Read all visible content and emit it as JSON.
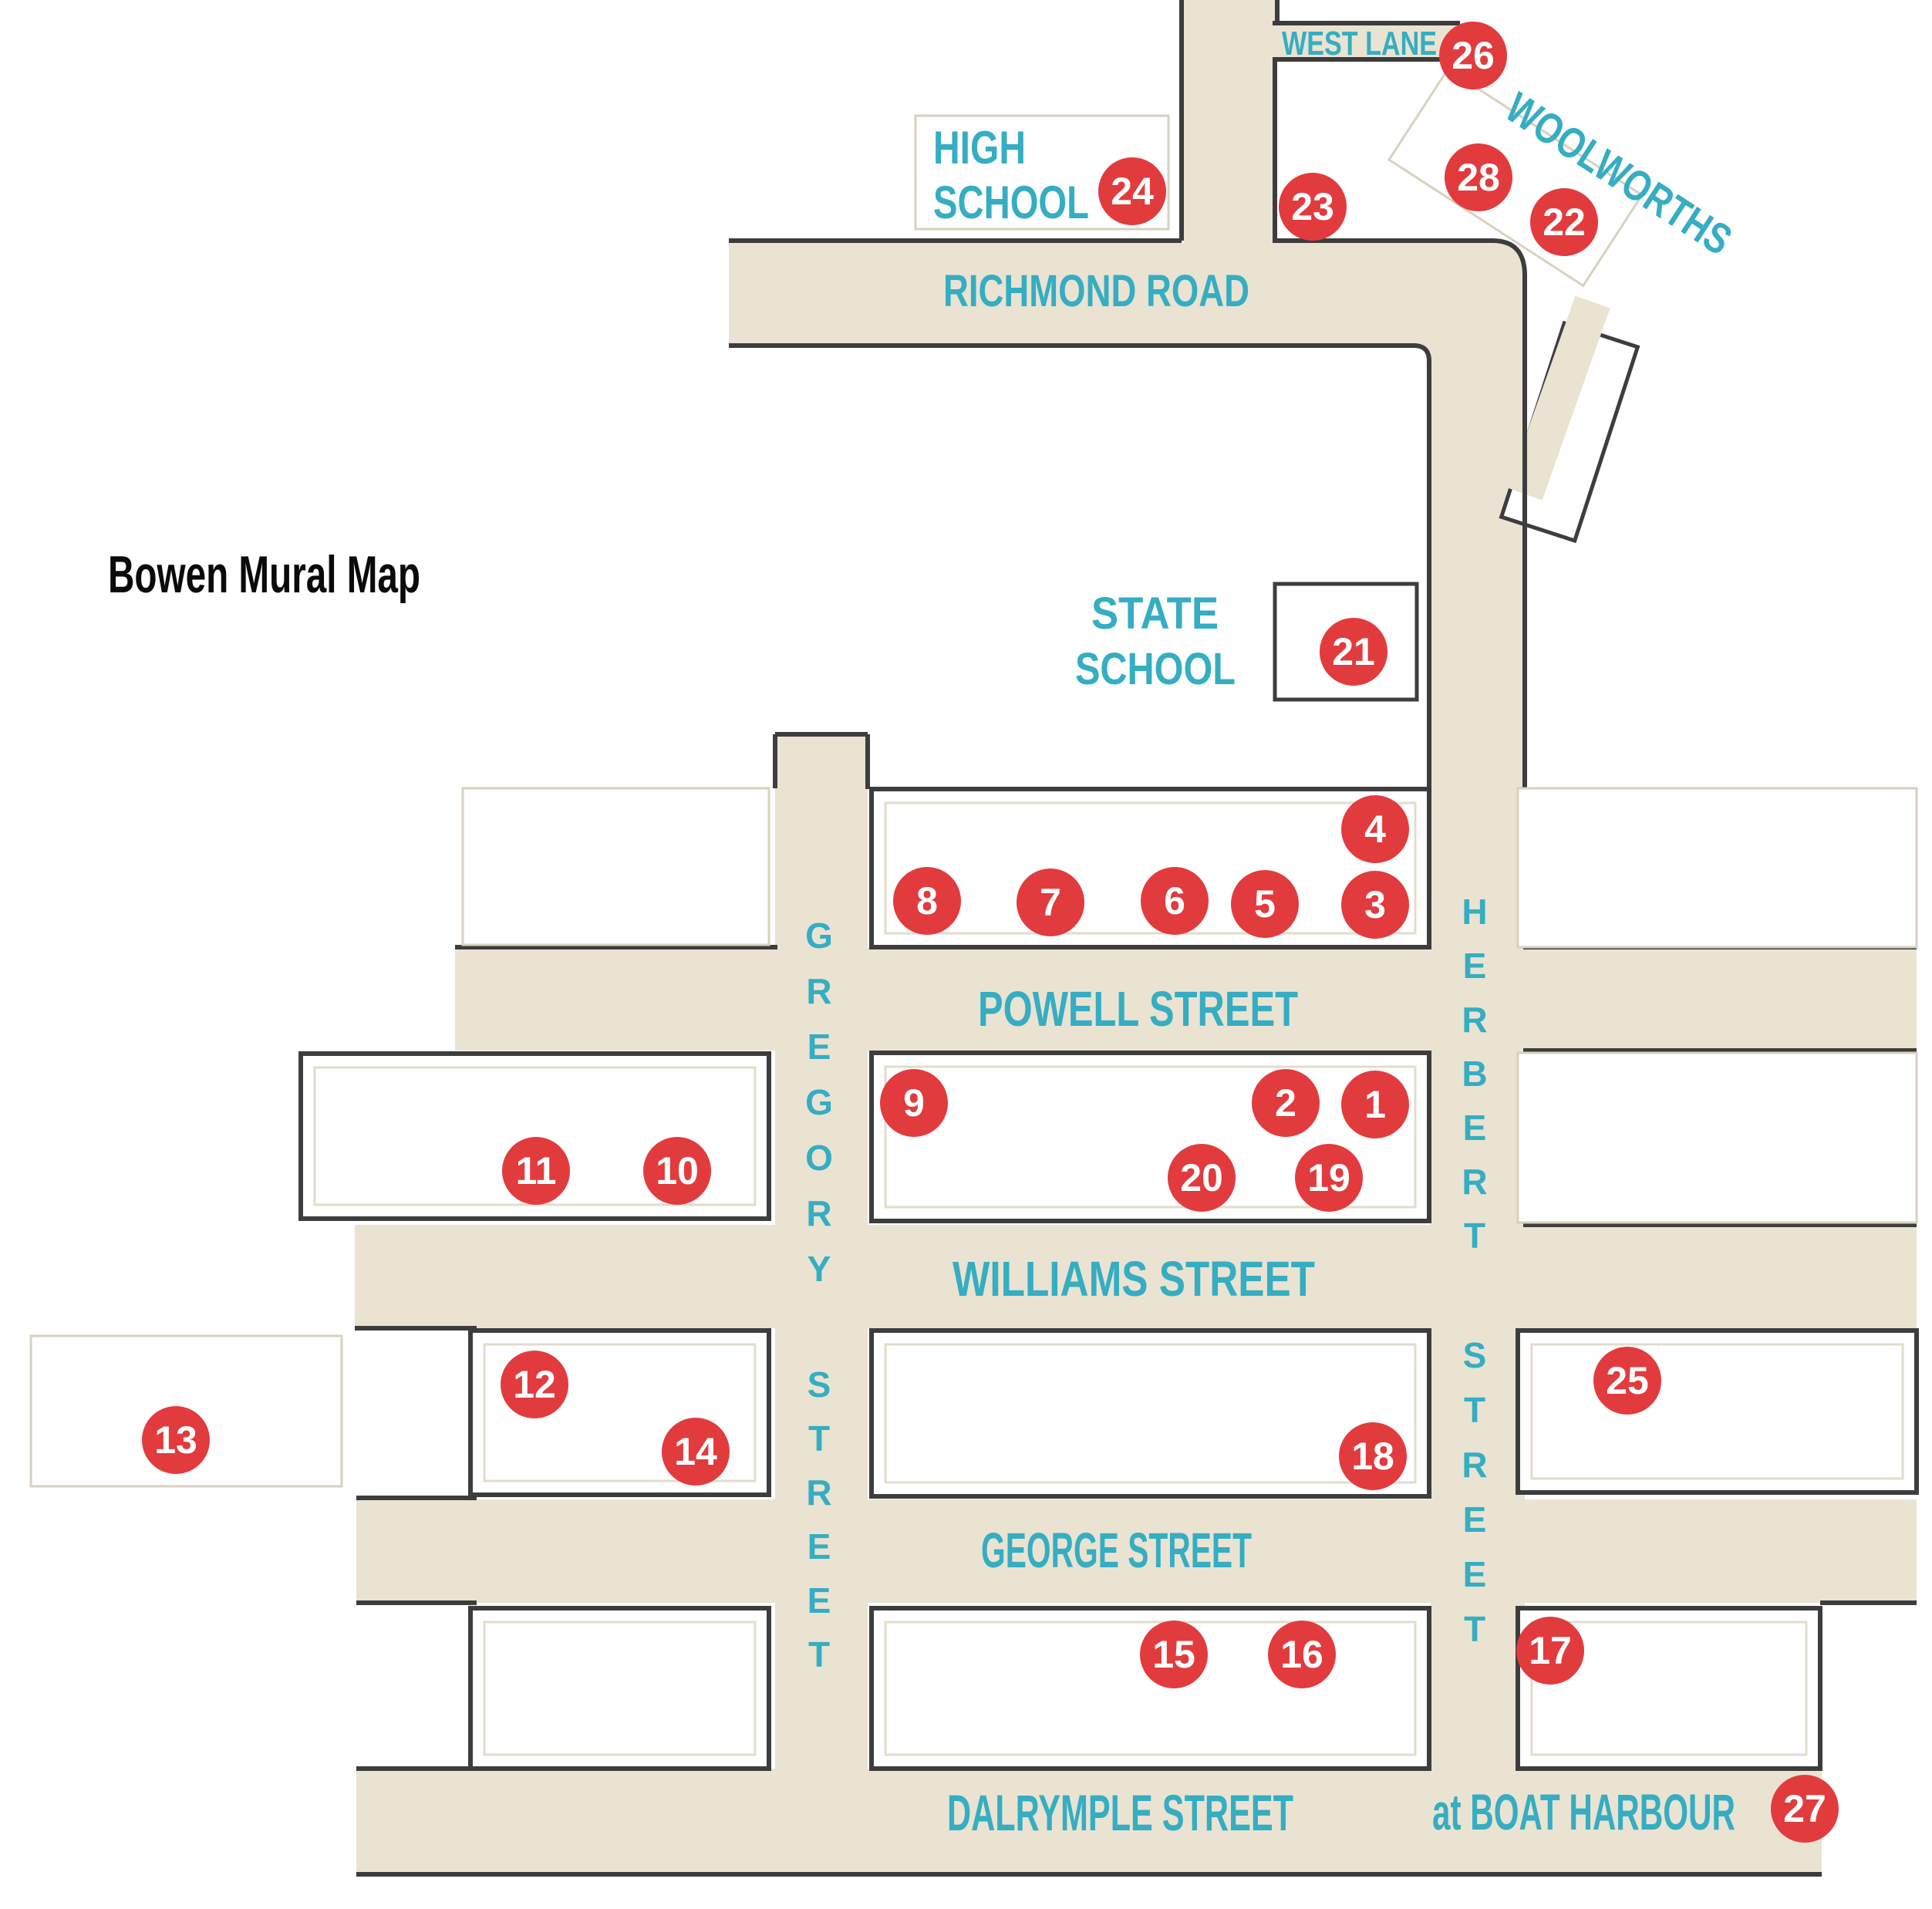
{
  "title": "Bowen Mural Map",
  "colors": {
    "road_fill": "#eae3d2",
    "road_border": "#3d3d3d",
    "thin_border": "#d8d1be",
    "street_label": "#35adc2",
    "marker_fill": "#e23b3e",
    "marker_text": "#ffffff",
    "title_text": "#0a0a0a",
    "background": "#ffffff"
  },
  "streets": {
    "west_lane": "WEST LANE",
    "richmond": "RICHMOND ROAD",
    "powell": "POWELL STREET",
    "williams": "WILLIAMS STREET",
    "george": "GEORGE STREET",
    "dalrymple": "DALRYMPLE STREET",
    "boat_harbour": "at BOAT HARBOUR",
    "gregory": "GREGORY",
    "gregory_street": "STREET",
    "herbert": "HERBERT",
    "herbert_street": "STREET"
  },
  "places": {
    "high_school_line1": "HIGH",
    "high_school_line2": "SCHOOL",
    "state_school_line1": "STATE",
    "state_school_line2": "SCHOOL",
    "woolworths": "WOOLWORTHS"
  },
  "markers": [
    "1",
    "2",
    "3",
    "4",
    "5",
    "6",
    "7",
    "8",
    "9",
    "10",
    "11",
    "12",
    "13",
    "14",
    "15",
    "16",
    "17",
    "18",
    "19",
    "20",
    "21",
    "22",
    "23",
    "24",
    "25",
    "26",
    "27",
    "28"
  ]
}
